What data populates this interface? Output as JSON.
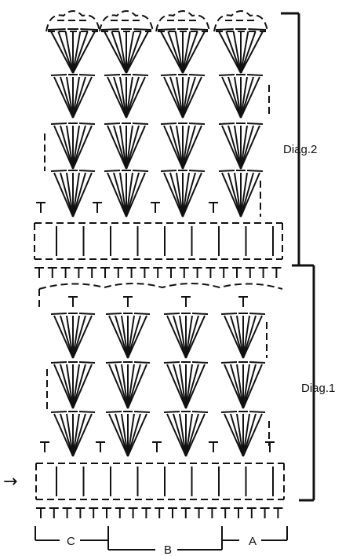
{
  "diagram": {
    "labels": {
      "diag2": "Diag.2",
      "diag1": "Diag.1",
      "start_arrow": "→",
      "repeat_a": "A",
      "repeat_b": "B",
      "repeat_c": "C"
    },
    "colors": {
      "stroke": "#111111",
      "background": "#ffffff"
    },
    "symbols": {
      "treble": "T",
      "cluster": "fan-of-trebles",
      "chain": "dashed-line",
      "double_crochet": "tall-vertical-line"
    }
  }
}
